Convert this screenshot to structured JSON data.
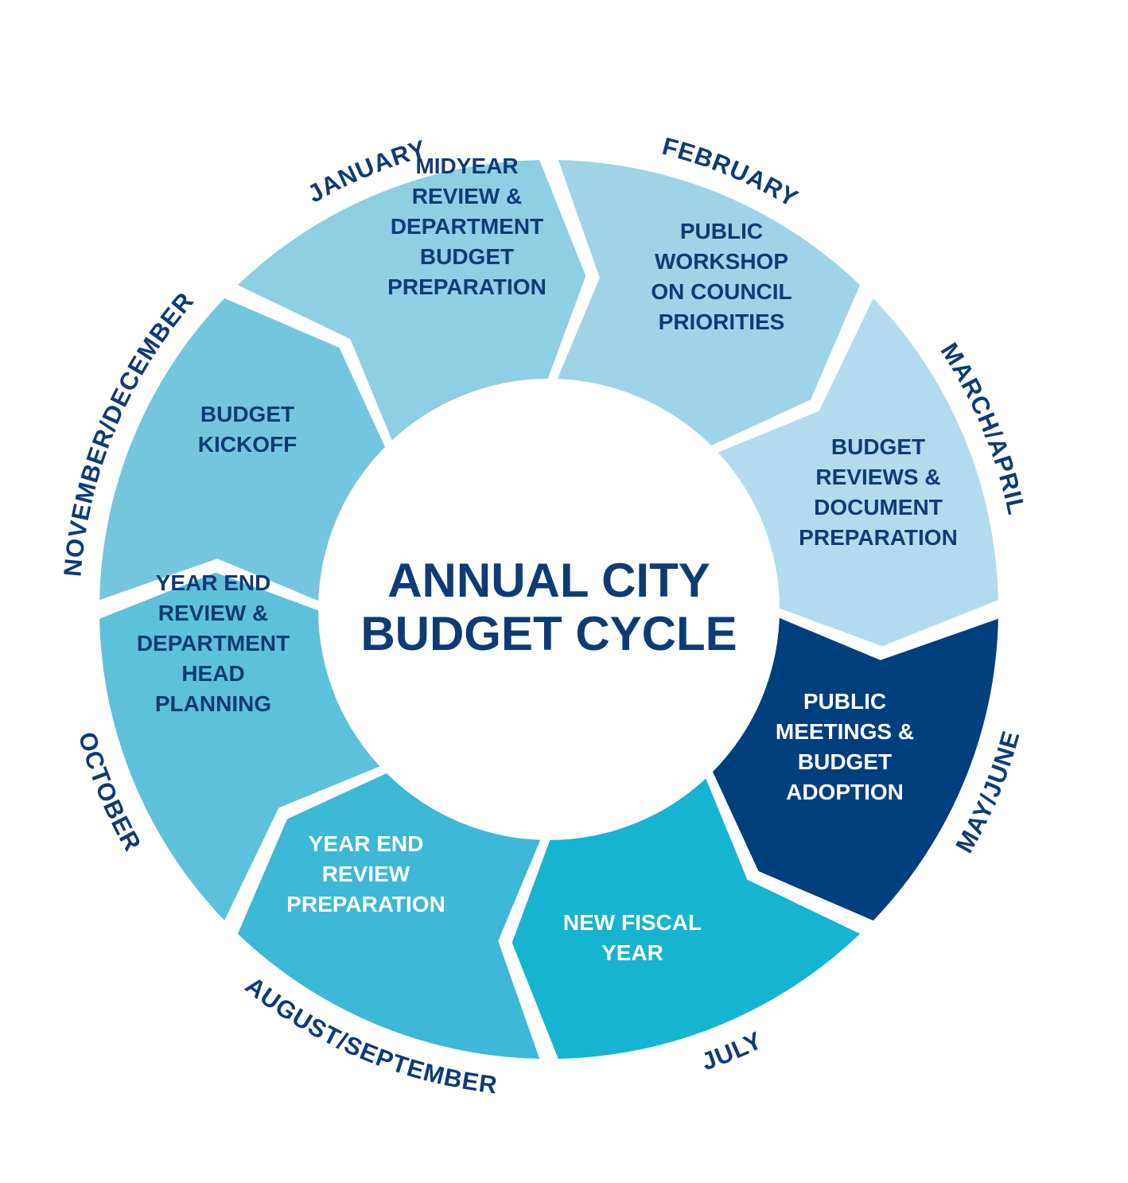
{
  "center": {
    "title_lines": [
      "ANNUAL CITY",
      "BUDGET CYCLE"
    ]
  },
  "stages": [
    {
      "month": "JANUARY",
      "lines": [
        "MIDYEAR",
        "REVIEW &",
        "DEPARTMENT",
        "BUDGET",
        "PREPARATION"
      ],
      "color": "#8ecfe3",
      "text_color": "#0f3b75"
    },
    {
      "month": "FEBRUARY",
      "lines": [
        "PUBLIC",
        "WORKSHOP",
        "ON COUNCIL",
        "PRIORITIES"
      ],
      "color": "#9fd4e8",
      "text_color": "#0f3b75"
    },
    {
      "month": "MARCH/APRIL",
      "lines": [
        "BUDGET",
        "REVIEWS &",
        "DOCUMENT",
        "PREPARATION"
      ],
      "color": "#b2dced",
      "text_color": "#0f3b75"
    },
    {
      "month": "MAY/JUNE",
      "lines": [
        "PUBLIC",
        "MEETINGS &",
        "BUDGET",
        "ADOPTION"
      ],
      "color": "#003f7d",
      "text_color": "#ffffff"
    },
    {
      "month": "JULY",
      "lines": [
        "NEW FISCAL",
        "YEAR"
      ],
      "color": "#16b4d0",
      "text_color": "#ffffff"
    },
    {
      "month": "AUGUST/SEPTEMBER",
      "lines": [
        "YEAR END",
        "REVIEW",
        "PREPARATION"
      ],
      "color": "#3db8d6",
      "text_color": "#ffffff"
    },
    {
      "month": "OCTOBER",
      "lines": [
        "YEAR END",
        "REVIEW &",
        "DEPARTMENT",
        "HEAD",
        "PLANNING"
      ],
      "color": "#5ec1db",
      "text_color": "#0f3b75"
    },
    {
      "month": "NOVEMBER/DECEMBER",
      "lines": [
        "BUDGET",
        "KICKOFF"
      ],
      "color": "#74c6df",
      "text_color": "#0f3b75"
    }
  ]
}
